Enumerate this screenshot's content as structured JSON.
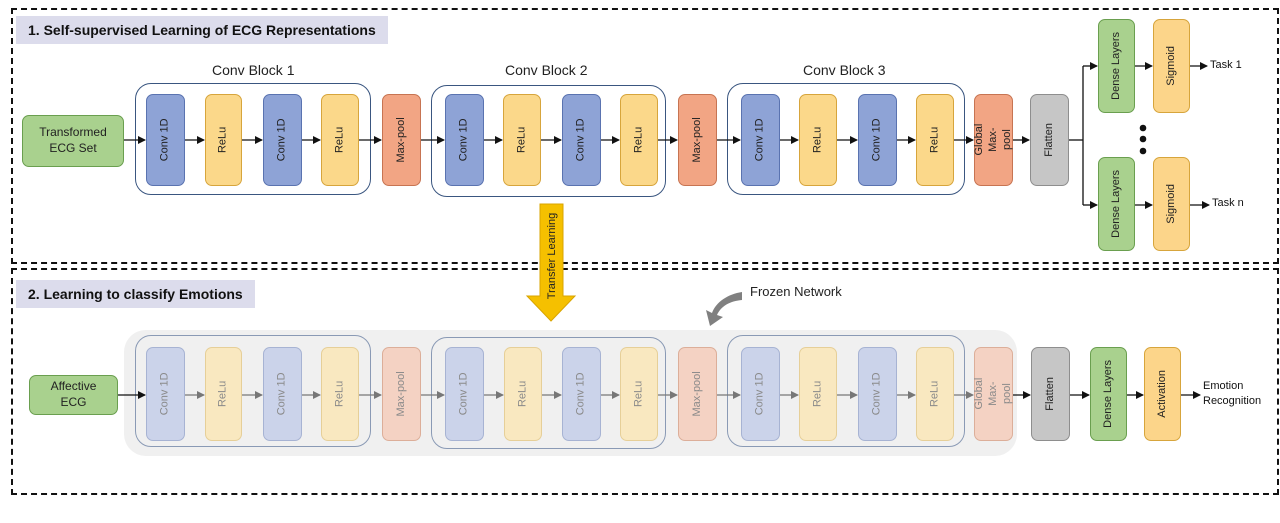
{
  "panel1": {
    "title": "1. Self-supervised Learning of ECG Representations",
    "input": "Transformed ECG Set",
    "group_titles": [
      "Conv Block 1",
      "Conv Block 2",
      "Conv Block 3"
    ],
    "layers": [
      "Conv 1D",
      "ReLu",
      "Conv 1D",
      "ReLu",
      "Max-pool",
      "Conv 1D",
      "ReLu",
      "Conv 1D",
      "ReLu",
      "Max-pool",
      "Conv 1D",
      "ReLu",
      "Conv 1D",
      "ReLu",
      "Global Max-pool",
      "Flatten"
    ],
    "heads": [
      {
        "dense": "Dense Layers",
        "act": "Sigmoid",
        "task": "Task 1"
      },
      {
        "dense": "Dense Layers",
        "act": "Sigmoid",
        "task": "Task n"
      }
    ]
  },
  "transfer": "Transfer Learning",
  "panel2": {
    "title": "2. Learning to classify Emotions",
    "input": "Affective ECG",
    "frozen": "Frozen Network",
    "layers": [
      "Conv 1D",
      "ReLu",
      "Conv 1D",
      "ReLu",
      "Max-pool",
      "Conv 1D",
      "ReLu",
      "Conv 1D",
      "ReLu",
      "Max-pool",
      "Conv 1D",
      "ReLu",
      "Conv 1D",
      "ReLu",
      "Global Max-pool"
    ],
    "flatten": "Flatten",
    "dense": "Dense Layers",
    "activation": "Activation",
    "output": "Emotion Recognition"
  },
  "colors": {
    "conv": "#8ea3d6",
    "relu": "#fbd88a",
    "pool": "#f2a584",
    "flatten": "#c6c6c6",
    "dense": "#a9d18e",
    "transfer_arrow": "#f5c000"
  }
}
